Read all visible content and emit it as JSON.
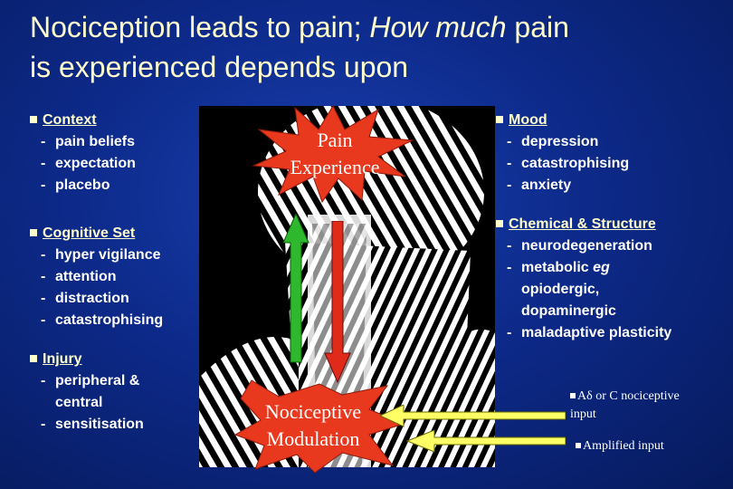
{
  "title": {
    "part1": "Nociception leads to pain; ",
    "emph": "How much",
    "part2": " pain",
    "line2": "is experienced depends upon"
  },
  "left": {
    "context": {
      "head": "Context",
      "items": [
        "pain beliefs",
        "expectation",
        "placebo"
      ]
    },
    "cognitive": {
      "head": "Cognitive Set",
      "items": [
        "hyper vigilance",
        "attention",
        "distraction",
        "catastrophising"
      ]
    },
    "injury": {
      "head": "Injury",
      "item1a": "peripheral &",
      "item1b": "central",
      "item2": "sensitisation"
    }
  },
  "right": {
    "mood": {
      "head": "Mood",
      "items": [
        "depression",
        "catastrophising",
        "anxiety"
      ]
    },
    "chemical": {
      "head": "Chemical & Structure",
      "item1": "neurodegeneration",
      "item2a": "metabolic ",
      "item2b": "eg",
      "item2c": "opiodergic,",
      "item2d": "dopaminergic",
      "item3": "maladaptive plasticity"
    },
    "input1a": "Aδ or C nociceptive",
    "input1b": "input",
    "input2": "Amplified input"
  },
  "figure": {
    "burst_line1": "Pain",
    "burst_line2": "Experience",
    "mod_line1": "Nociceptive",
    "mod_line2": "Modulation"
  },
  "colors": {
    "burst": "#e8391f",
    "up_arrow": "#2eb82e",
    "down_arrow": "#e02a1a",
    "input_arrow": "#ffff66",
    "title": "#ffffcc"
  }
}
